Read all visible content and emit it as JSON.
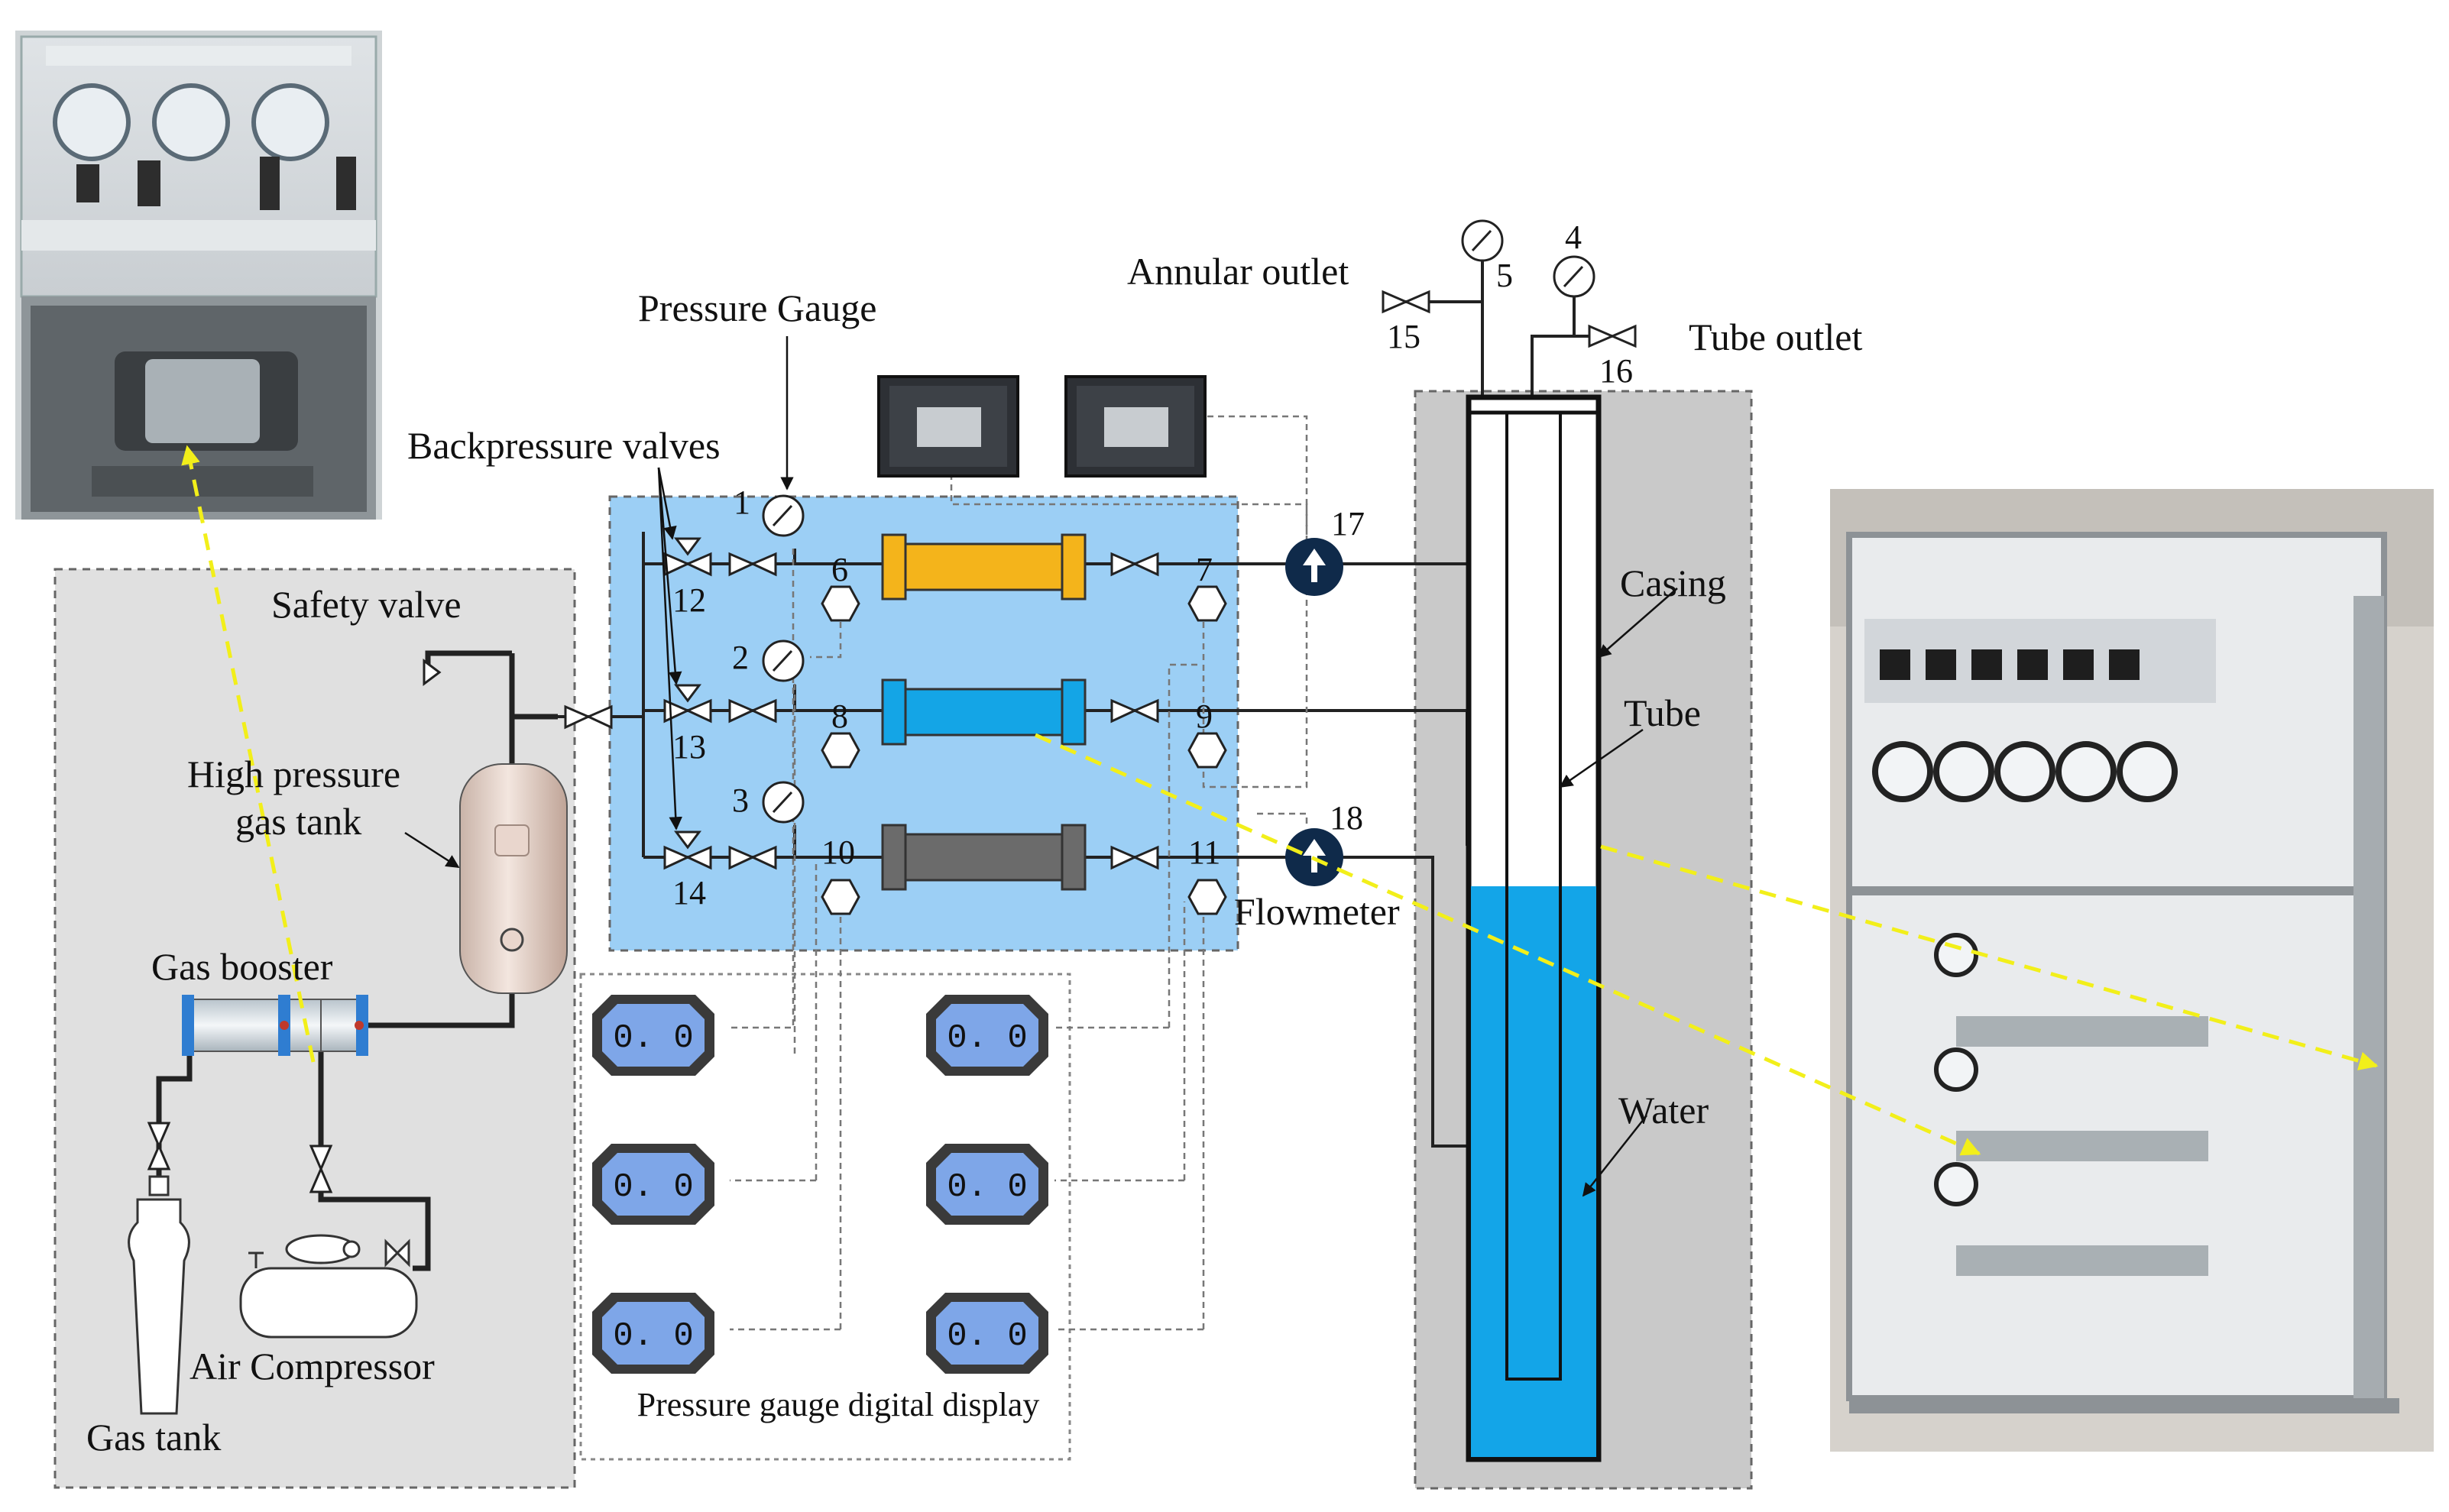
{
  "labels": {
    "pressure_gauge": "Pressure Gauge",
    "backpressure_valves": "Backpressure valves",
    "safety_valve": "Safety valve",
    "high_pressure_gas_tank_line1": "High pressure",
    "high_pressure_gas_tank_line2": "gas tank",
    "gas_booster": "Gas booster",
    "air_compressor": "Air Compressor",
    "gas_tank": "Gas tank",
    "annular_outlet": "Annular outlet",
    "tube_outlet": "Tube outlet",
    "casing": "Casing",
    "tube": "Tube",
    "water": "Water",
    "flowmeter": "Flowmeter",
    "digital_display_caption": "Pressure gauge digital display"
  },
  "numbers": {
    "n1": "1",
    "n2": "2",
    "n3": "3",
    "n4": "4",
    "n5": "5",
    "n6": "6",
    "n7": "7",
    "n8": "8",
    "n9": "9",
    "n10": "10",
    "n11": "11",
    "n12": "12",
    "n13": "13",
    "n14": "14",
    "n15": "15",
    "n16": "16",
    "n17": "17",
    "n18": "18"
  },
  "displays": [
    "0. 0",
    "0. 0",
    "0. 0",
    "0. 0",
    "0. 0",
    "0. 0"
  ],
  "colors": {
    "panel_blue": "#9ccff5",
    "water_blue": "#13a5e8",
    "core_orange": "#f4b41b",
    "core_blue": "#14a5e6",
    "core_gray": "#6b6b6b",
    "booster_blue": "#2f7dd1",
    "display_blue": "#7ea6e8",
    "flowmeter_navy": "#0f2a4a",
    "arrow_yellow": "#f2ef1a",
    "zone_gray": "#e0e0e0"
  }
}
